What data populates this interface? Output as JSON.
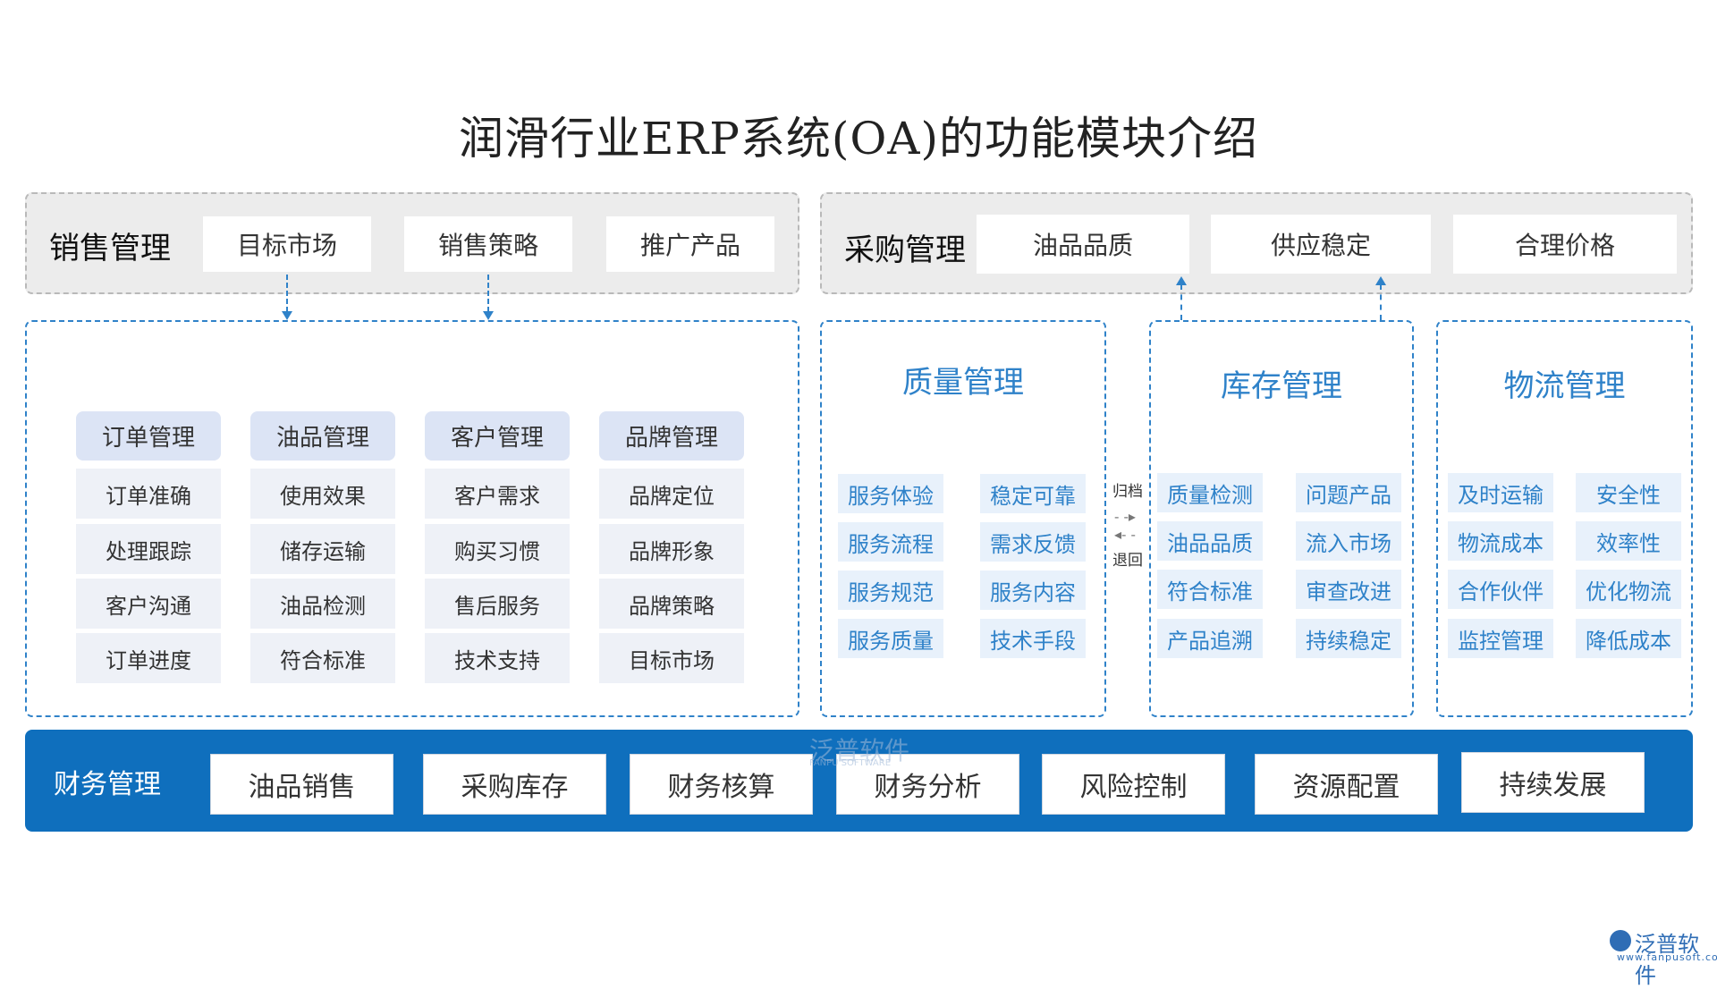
{
  "title": "润滑行业ERP系统(OA)的功能模块介绍",
  "sales": {
    "label": "销售管理",
    "items": [
      "目标市场",
      "销售策略",
      "推广产品"
    ]
  },
  "purchase": {
    "label": "采购管理",
    "items": [
      "油品品质",
      "供应稳定",
      "合理价格"
    ]
  },
  "modules": [
    {
      "head": "订单管理",
      "cells": [
        "订单准确",
        "处理跟踪",
        "客户沟通",
        "订单进度"
      ]
    },
    {
      "head": "油品管理",
      "cells": [
        "使用效果",
        "储存运输",
        "油品检测",
        "符合标准"
      ]
    },
    {
      "head": "客户管理",
      "cells": [
        "客户需求",
        "购买习惯",
        "售后服务",
        "技术支持"
      ]
    },
    {
      "head": "品牌管理",
      "cells": [
        "品牌定位",
        "品牌形象",
        "品牌策略",
        "目标市场"
      ]
    }
  ],
  "quality": {
    "title": "质量管理",
    "cells": [
      "服务体验",
      "稳定可靠",
      "服务流程",
      "需求反馈",
      "服务规范",
      "服务内容",
      "服务质量",
      "技术手段"
    ]
  },
  "inventory": {
    "title": "库存管理",
    "cells": [
      "质量检测",
      "问题产品",
      "油品品质",
      "流入市场",
      "符合标准",
      "审查改进",
      "产品追溯",
      "持续稳定"
    ]
  },
  "logistics": {
    "title": "物流管理",
    "cells": [
      "及时运输",
      "安全性",
      "物流成本",
      "效率性",
      "合作伙伴",
      "优化物流",
      "监控管理",
      "降低成本"
    ]
  },
  "connector": {
    "archive": "归档",
    "return": "退回"
  },
  "finance": {
    "label": "财务管理",
    "items": [
      "油品销售",
      "采购库存",
      "财务核算",
      "财务分析",
      "风险控制",
      "资源配置",
      "持续发展"
    ]
  },
  "watermark": {
    "name": "泛普软件",
    "sub": "FANPU SOFTWARE"
  },
  "logo": {
    "name": "泛普软件",
    "url": "www.fanpusoft.com"
  },
  "colors": {
    "accent": "#2f82c9",
    "finance_bar": "#0f6fbd",
    "panel_gray": "#ececec",
    "module_head": "#dce4f5"
  }
}
